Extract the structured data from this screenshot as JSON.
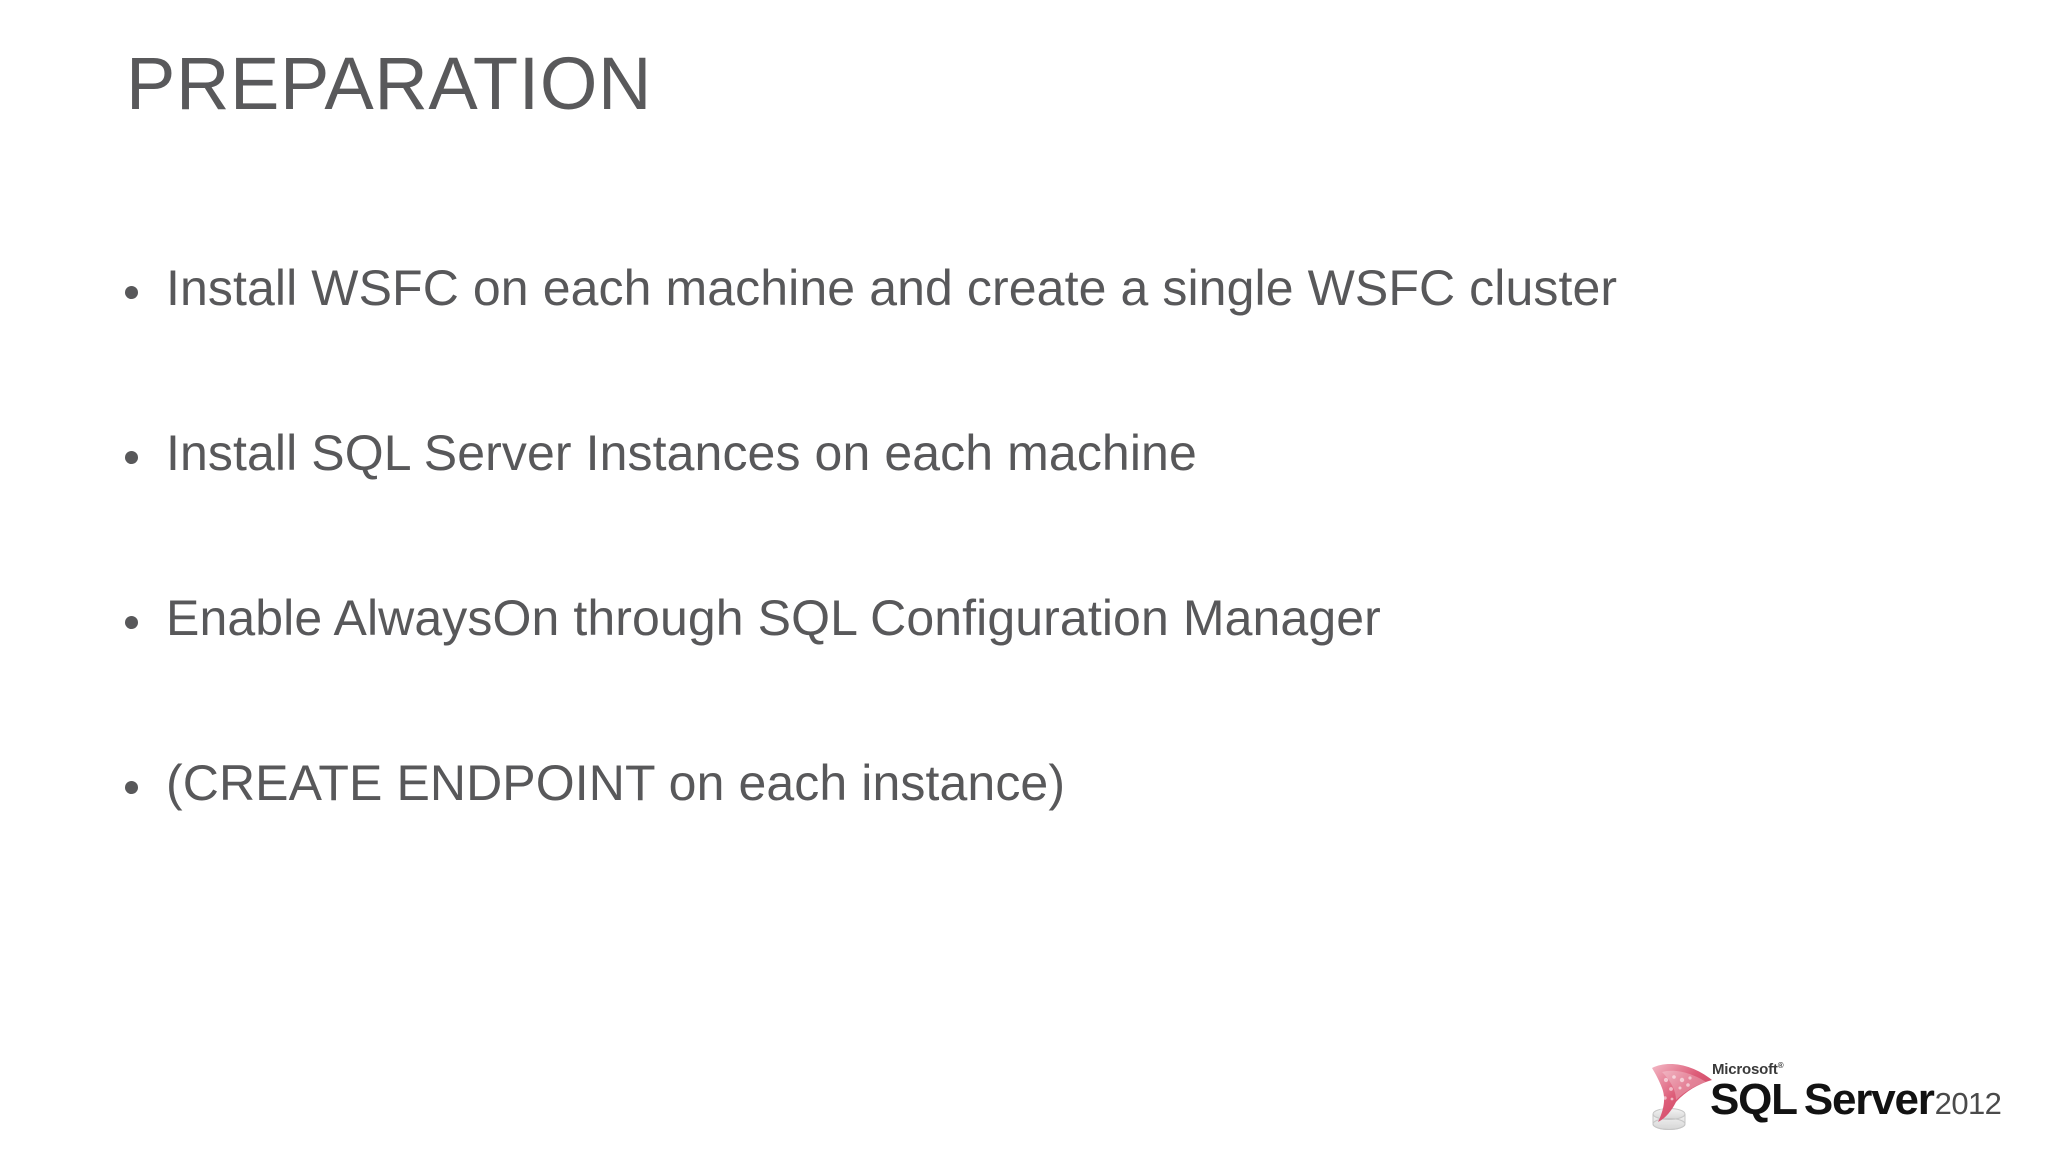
{
  "slide": {
    "title": "PREPARATION",
    "background_color": "#ffffff",
    "title_color": "#59595b",
    "body_color": "#58585a",
    "bullets": [
      {
        "text": "Install WSFC on each machine and create a single WSFC cluster"
      },
      {
        "text": "Install SQL Server Instances on each machine"
      },
      {
        "text": "Enable AlwaysOn through SQL Configuration Manager"
      },
      {
        "text": "(CREATE ENDPOINT on each instance)"
      }
    ]
  },
  "logo": {
    "mark_name": "sql-server-swoosh-logo",
    "microsoft": "Microsoft",
    "registered": "®",
    "sql": "SQL",
    "server": "Server",
    "year": "2012",
    "accent_color": "#d94f6e",
    "text_color": "#121212"
  }
}
